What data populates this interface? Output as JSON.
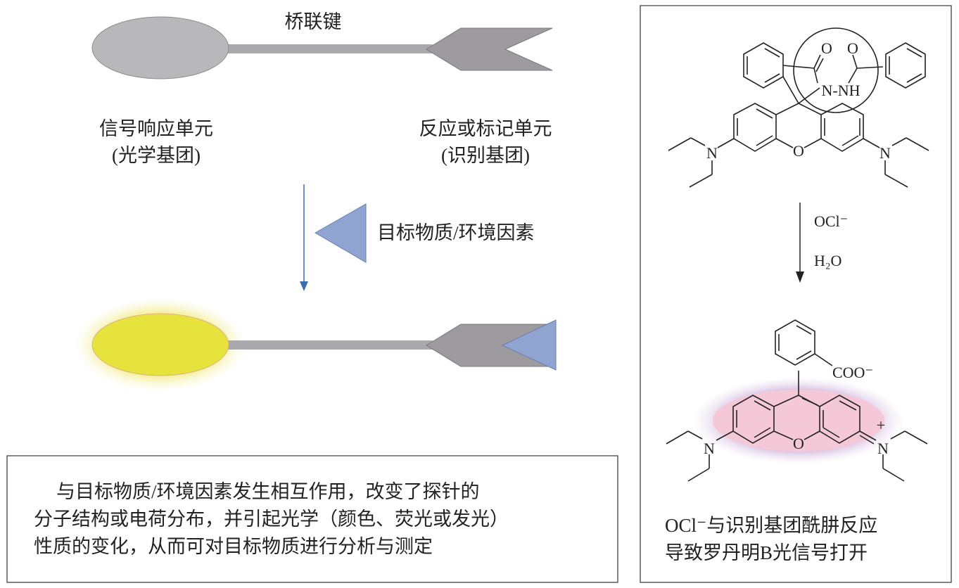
{
  "left": {
    "bridge_label": "桥联键",
    "signal_unit": {
      "line1": "信号响应单元",
      "line2": "(光学基团)"
    },
    "recognition_unit": {
      "line1": "反应或标记单元",
      "line2": "(识别基团)"
    },
    "target_label": "目标物质/环境因素",
    "description": [
      "与目标物质/环境因素发生相互作用，改变了探针的",
      "分子结构或电荷分布，并引起光学（颜色、荧光或发光）",
      "性质的变化，从而可对目标物质进行分析与测定"
    ]
  },
  "right": {
    "molecule1": {
      "o1": "O",
      "o2": "O",
      "nnh": "N-NH",
      "n_left": "N",
      "n_right": "N",
      "o_ring": "O"
    },
    "reagent": "OCl⁻",
    "solvent": "H₂O",
    "molecule2": {
      "coo": "COO⁻",
      "n_left": "N",
      "n_right": "N",
      "plus": "+",
      "o_ring": "O"
    },
    "caption": [
      "OCl⁻与识别基团酰肼反应",
      "导致罗丹明B光信号打开"
    ]
  },
  "colors": {
    "gray": "#b5b5b8",
    "arrow_gray": "#9e9ba0",
    "blue": "#8fa4d0",
    "yellow": "#e6e43c",
    "pink": "#f5c8d8"
  }
}
